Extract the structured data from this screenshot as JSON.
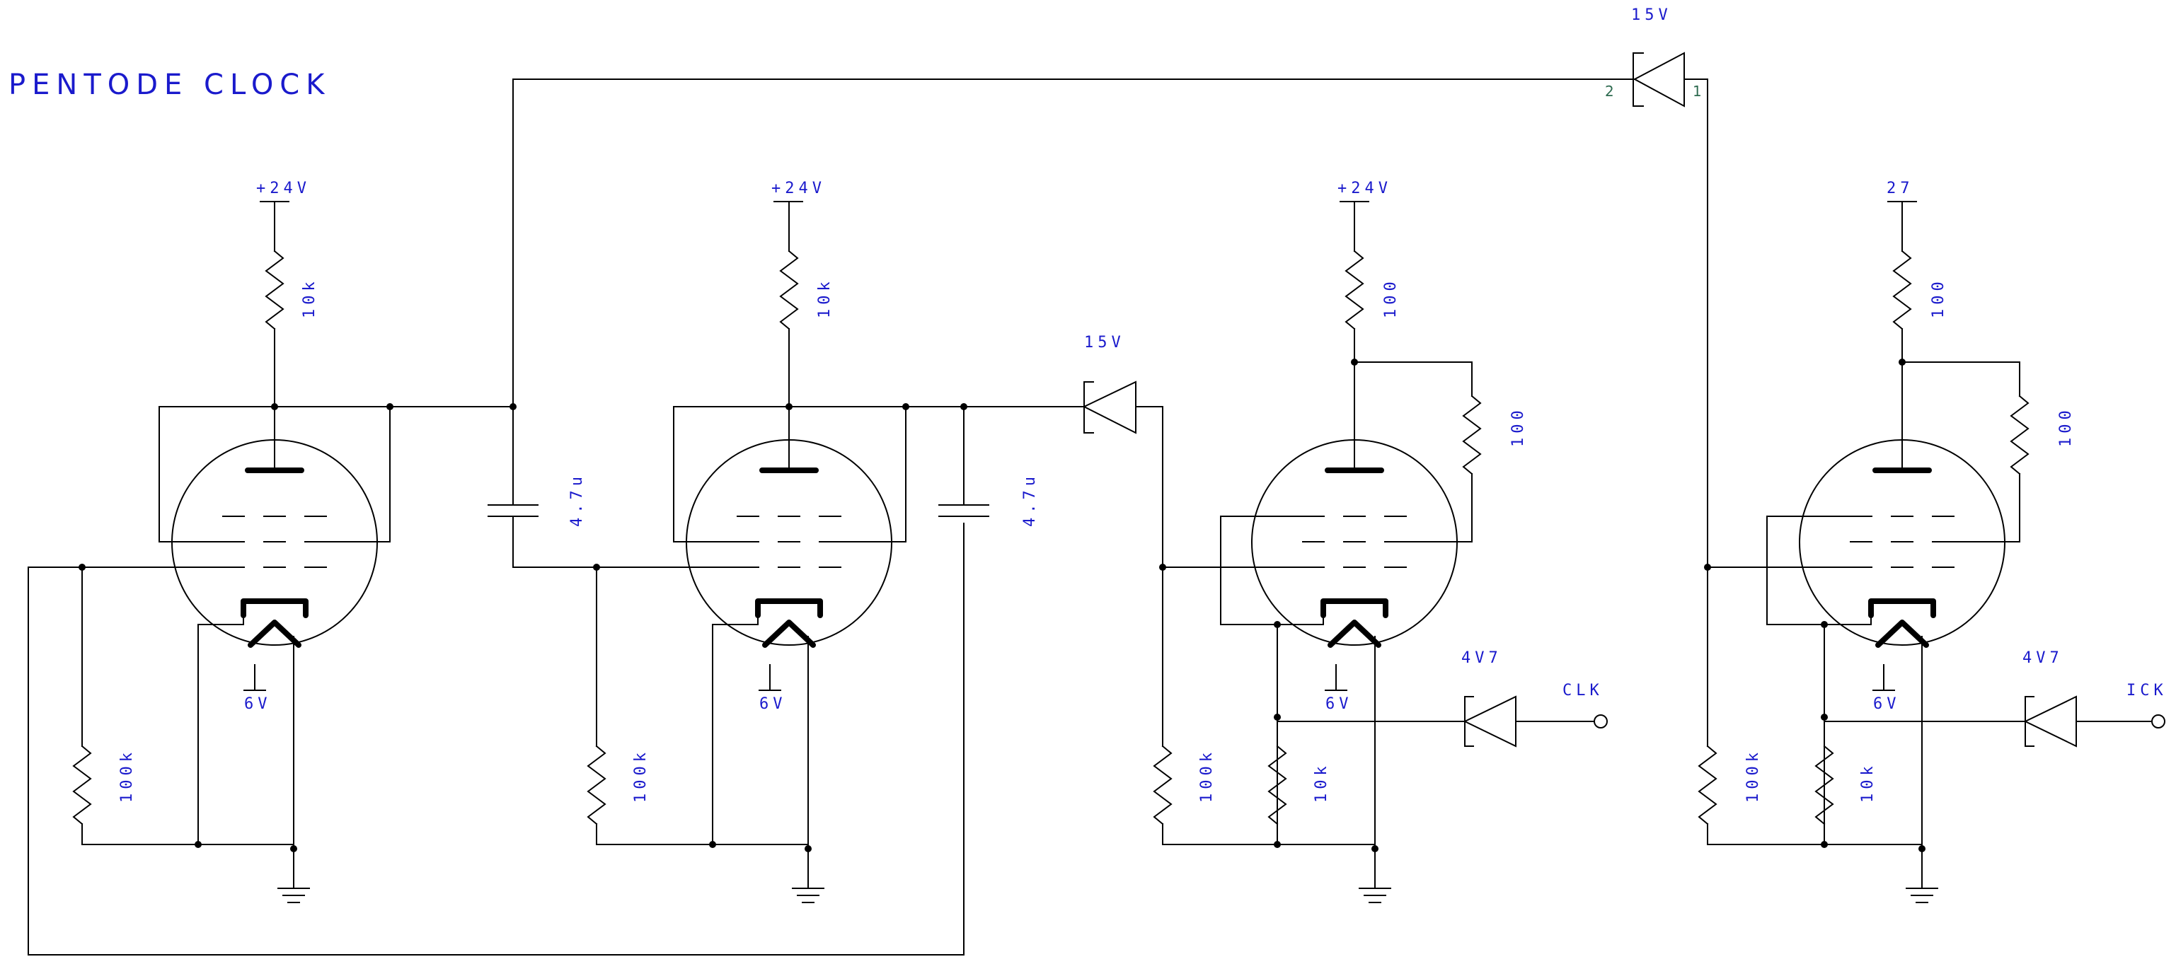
{
  "title": "PENTODE CLOCK",
  "diode_top": {
    "label": "15V",
    "pin_left": "2",
    "pin_right": "1"
  },
  "diode_mid": {
    "label": "15V"
  },
  "stage1": {
    "supply": "+24V",
    "plate_res": "10k",
    "heater": "6V",
    "grid_res": "100k"
  },
  "cap1": {
    "value": "4.7u"
  },
  "stage2": {
    "supply": "+24V",
    "plate_res": "10k",
    "heater": "6V",
    "grid_res": "100k"
  },
  "cap2": {
    "value": "4.7u"
  },
  "stage3": {
    "supply": "+24V",
    "plate_res": "100",
    "screen_res": "100",
    "heater": "6V",
    "grid_res": "100k",
    "cathode_res": "10k",
    "zener": "4V7",
    "output": "CLK"
  },
  "stage4": {
    "supply": "27",
    "plate_res": "100",
    "screen_res": "100",
    "heater": "6V",
    "grid_res": "100k",
    "cathode_res": "10k",
    "zener": "4V7",
    "output": "ICK"
  }
}
